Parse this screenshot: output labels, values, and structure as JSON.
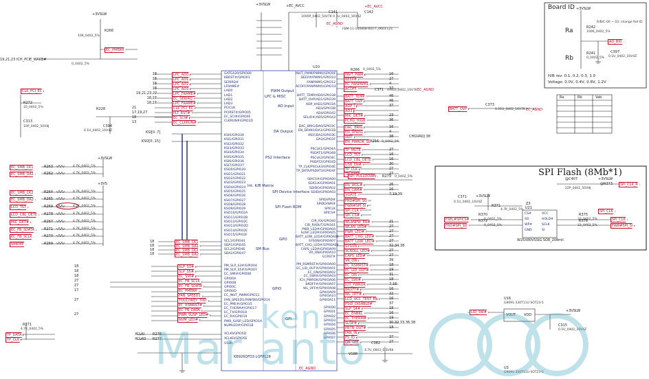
{
  "power": {
    "p3v_left": "+3VSLW",
    "p3v_chip": "+3VSLW",
    "p3v_ec_vcc": "+EC_AVCC",
    "p3v_board": "+3VSLW",
    "p3v_spi": "+3VSLW"
  },
  "top": {
    "cap_c1": "C141",
    "cap_c2": "C142",
    "cap_desc": "1000P_0402_50V7K    0.1U_0402_16V4Z",
    "ec_agnd": "EC_AGND",
    "ferrite": "FBM-11-160808-601-T_0603    L21",
    "ec_vcc_top": "+EC_AVCC"
  },
  "left": {
    "r_pullup": "R266",
    "r_pullup_desc": "10K_0402_5%",
    "ec_pmerr_top": "EC_PMERR",
    "ich_pcie_wake": "19,21,23 ICH_PCIE_WAKE#",
    "ch_0402": "0_0402_5%",
    "clk_pci_ec": "CLK_PCI_EC",
    "r272": "R272",
    "r272_desc": "10_0402_5%",
    "c313": "C313",
    "c313_desc": "10P_0402_50V8J",
    "r228": "R228",
    "c394": "C394",
    "c394_desc": "0.1U_0402_16V4Z",
    "kso_bus": "KSI[0..7]",
    "kso_bus2": "KSO[0..15]",
    "r_left_rows": [
      {
        "net": "EC_SMB_CK1",
        "r": "R263",
        "v": "4.7K_0402_5%"
      },
      {
        "net": "EC_SMB_DA1",
        "r": "R262",
        "v": "4.7K_0402_5%"
      },
      {
        "net": "EC_SMB_CK2",
        "r": "R264",
        "v": "4.7K_0402_5%"
      },
      {
        "net": "EC_SMB_DA2",
        "r": "R265",
        "v": "4.7K_0402_5%"
      },
      {
        "net": "LCD_TST",
        "r": "R269",
        "v": "4.7K_0402_5%"
      },
      {
        "net": "LCD_CBL_DETE",
        "r": "R278",
        "v": "4.7K_0402_5%"
      },
      {
        "net": "MIC_DET#",
        "r": "R267",
        "v": "4.7K_0402_5%"
      },
      {
        "net": "EC_FB_SDATA",
        "r": "R271",
        "v": "4.7K_0402_5%"
      },
      {
        "net": "EC_FB_SCLK",
        "r": "R270",
        "v": "4.7K_0402_5%"
      },
      {
        "net": "NMEMP",
        "r": "R269",
        "v": "4.7K_0402_5%"
      }
    ],
    "rail_3vslw_a": "+3VSLW",
    "rail_3vs": "+3VS",
    "lpc_in": [
      {
        "num": "18",
        "name": "LPC_AD0"
      },
      {
        "num": "18",
        "name": "LPC_AD1"
      },
      {
        "num": "18",
        "name": "LPC_AD2"
      },
      {
        "num": "18",
        "name": "LPC_AD3"
      },
      {
        "num": "19,21,23,27",
        "name": "LPC_FRAME#"
      },
      {
        "num": "18,27",
        "name": "EC_SERIRQ"
      },
      {
        "num": "18,27",
        "name": "LPC_FRAME#"
      }
    ],
    "clk_left": [
      {
        "num": "21",
        "name": "CLK_PCI_EC"
      },
      {
        "num": "17,19,27",
        "name": "PLT_RST#"
      },
      {
        "num": "18",
        "name": "EC_SCI#"
      },
      {
        "num": "13",
        "name": "EC_CLKRUN#"
      }
    ],
    "smb_left": [
      {
        "num": "18",
        "name": "EC_SMB_CK1"
      },
      {
        "num": "18",
        "name": "EC_SMB_DA1"
      },
      {
        "num": "18",
        "name": "EC_SMB_CK2"
      },
      {
        "num": "18",
        "name": "EC_SMB_DA2"
      }
    ],
    "gpio_left": [
      {
        "num": "18",
        "name": "SLP_S3#"
      },
      {
        "num": "18",
        "name": "SLP_S5#"
      },
      {
        "num": "18",
        "name": "EC_SMI#"
      },
      {
        "num": "27",
        "name": "EC_FB_SCLK"
      },
      {
        "num": "27",
        "name": "EC_FB_SDATA"
      },
      {
        "num": "17",
        "name": "EC_PMERR"
      },
      {
        "num": "",
        "name": "FAN_SPEED1"
      },
      {
        "num": "27",
        "name": "TOUCHKEY_TINT"
      },
      {
        "num": "",
        "name": "EC_RSMRST#"
      },
      {
        "num": "",
        "name": "EC_FB_DATA"
      },
      {
        "num": "27",
        "name": "PWR_SUSP_LED#"
      },
      {
        "num": "",
        "name": "NUM_LED#"
      }
    ],
    "xclk": [
      {
        "name": "XCLKI",
        "r": "R276"
      },
      {
        "name": "XCLKO",
        "r": "R277"
      }
    ],
    "r_bottom": "R271",
    "r_bottom_desc": "4.7K_0402_5%",
    "tp_data": "TP_DATA",
    "tp_clk": "TP_CLK",
    "r_bottom2": "R271",
    "r_bottom2_desc": "4.7K_0402_5%"
  },
  "chip": {
    "name": "KB926QFD3",
    "ref": "U20",
    "blocks": {
      "lpc": "LPC & MISC",
      "pwm": "PWM Output",
      "ad": "AD Input",
      "da": "DA Output",
      "ps2": "PS2 Interface",
      "kb": "Int. K/B Matrix",
      "spi": "SPI Device Interface",
      "spiflash": "SPI Flash ROM",
      "gpo": "GPO",
      "gpio": "GPIO",
      "smbus": "SM Bus",
      "gpi": "GPI"
    },
    "left_pins_lpc": [
      "GATEA20/GPIO00",
      "KBRST#/GPIO01",
      "SERIRQ#",
      "LFRAME#",
      "LAD0",
      "LAD1",
      "LAD2",
      "LAD3",
      "PCICLK",
      "PCIRST#/GPIO05",
      "EC_SCI#/GPIO0E",
      "CLKRUN#/GPIO1D"
    ],
    "left_pins_ksi": [
      "KSI0/GPIO30",
      "KSI1/GPIO31",
      "KSI2/GPIO32",
      "KSI3/GPIO33",
      "KSI4/GPIO34",
      "KSI5/GPIO35",
      "KSI6/GPIO36",
      "KSI7/GPIO37",
      "KSO0/GPIO20",
      "KSO1/GPIO21",
      "KSO2/GPIO22",
      "KSO3/GPIO23",
      "KSO4/GPIO24",
      "KSO5/GPIO25",
      "KSO6/GPIO26",
      "KSO7/GPIO27",
      "KSO8/GPIO28",
      "KSO9/GPIO29",
      "KSO10/GPIO2A",
      "KSO11/GPIO2B",
      "KSO12/GPIO2C",
      "KSO13/GPIO2D",
      "KSO14/GPIO2E",
      "KSO15/GPIO2F"
    ],
    "left_pins_smb": [
      "SCL1/GPIO44",
      "SDA1/GPIO45",
      "SCL2/GPIO46",
      "SDA2/GPIO47"
    ],
    "left_pins_gpio": [
      "PM_SLP_S3#/GPIO04",
      "PM_SLP_S5#/GPIO07",
      "EC_SMI#/GPIO08",
      "GPIO0A",
      "GPIO0B",
      "GPIO0C",
      "GPIO0D",
      "EC_INVT_PWM/GPIO11",
      "FAN_SPEED1/FANFB0/GPIO14",
      "EC_PME#/GPIO15",
      "EC_THERM#/GPIO17",
      "EC_TX/GPIO18",
      "EC_RX/GPIO19",
      "PWR_SUSP_LED/GPIO1A",
      "NUMLED#/GPIO1B"
    ],
    "right_pins_pwm": [
      "INVT_PWM/PWM0/GPIO0F",
      "BEEP#/PWM1/GPIO10",
      "FANPWM1/GPIO12",
      "ACOFF/FANPWM1/GPIO13"
    ],
    "right_pins_ad": [
      "BATT_TEMP/AD0/GPIO38",
      "BATT_OVP/AD1/GPIO39",
      "ADP_I/AD2/GPIO3A",
      "AD3/GPIO3B",
      "AD4/GPIO42",
      "SELIO#/AD5/GPIO43"
    ],
    "right_pins_da": [
      "DAC_BRIG/DA0/GPIO3C",
      "EN_DFAN1/DA1/GPIO3D",
      "IREF/DA2/GPIO3E",
      "DA3/GPIO3F"
    ],
    "right_pins_ps2": [
      "PSCLK1/GPIO4A",
      "PSDAT1/GPIO4B",
      "PSCLK2/GPIO4C",
      "PSDAT2/GPIO4D",
      "TP_CLK/PSCLK3/GPIO4E",
      "TP_DATA/PSDAT3/GPIO4F"
    ],
    "right_pins_spi": [
      "SDICS#/GPXOA00",
      "SDICLK/GPXOA01",
      "SDIDO/GPXOA02",
      "SDIDI/GPXOA03"
    ],
    "right_pins_spiflash": [
      "SPIDI/RD#",
      "SPIDO/WR#",
      "SPICLK",
      "SPICS#"
    ],
    "right_pins_gpo": [
      "CIR_RX/GPIO40",
      "CIR_RXOUT/GPIO41",
      "PWR_LED#/GPXOA04",
      "SUSP_LED#/GPXOA05",
      "BATT_LOW_LED#/GPXOA06",
      "SYSON/GPXOA07",
      "BATT_CHG_LED#/GPXOA08",
      "CAPS_LED#/GPXOA09",
      "VR_ON/GPXOA10",
      "ECRST#"
    ],
    "right_pins_gpio2": [
      "PM_RSMRST#/GPXIOA00",
      "EC_LID_OUT#/GPXIOA01",
      "EC_ON/GPXIOA02",
      "EC_SWI#/GPXIOA03",
      "ICH_PWROK/GPXIOA06",
      "BKOFF#/GPXIOA07",
      "WL_OFF#/GPXIOA08",
      "GPXIOA09",
      "GPXIOA10",
      "GPXIOA11"
    ],
    "right_pins_gpi": [
      "GPXID0",
      "GPXID1",
      "GPXID2",
      "GPXID3",
      "GPXID4",
      "GPXID5",
      "GPXID6",
      "GPXID7"
    ],
    "bottom_pins": [
      "XCLKI/GPIO5D",
      "XCLKO/GPIO5E",
      "V18R"
    ],
    "bottom_label": "KB926QFD3 LQFP128",
    "gnd": "EC_AGND"
  },
  "right_nets": {
    "r_top": "R266",
    "r_top_desc": "0_0402_5%",
    "pwm": [
      {
        "net": "INVT_PWM",
        "num": "16"
      },
      {
        "net": "BEEP#",
        "num": "27"
      },
      {
        "net": "EC_FANPWM1",
        "num": "4"
      },
      {
        "net": "ACOFF",
        "num": "37"
      }
    ],
    "c_batt": "C371",
    "c_batt_desc": "0.01U_0402_16V7K",
    "ec_agnd_r": "EC_AGND",
    "ad": [
      {
        "net": "BATT_TEMP",
        "num": "46"
      },
      {
        "net": "BATT_OVP",
        "num": "46"
      },
      {
        "net": "ADP_I",
        "num": "37"
      },
      {
        "net": "AD3",
        "num": ""
      },
      {
        "net": "MIC_DET#",
        "num": "23"
      },
      {
        "net": "PCHG_HIGH",
        "num": "36"
      }
    ],
    "da": [
      {
        "net": "DAC_BRIG",
        "num": "16"
      },
      {
        "net": "EN_DFAN1",
        "num": "4"
      },
      {
        "net": "IREF",
        "num": "38"
      },
      {
        "net": "EN_PWROK_SL",
        "num": ""
      }
    ],
    "chgvadj": "CHGVADJ  38",
    "r_da": "R256",
    "r_da_desc": "0_0402_5%",
    "ps2": [
      {
        "net": "TP_MUTE",
        "num": "27"
      },
      {
        "net": "LCD_TST",
        "num": "16"
      },
      {
        "net": "LCD_CBL_DETE",
        "num": "16"
      },
      {
        "net": "USB_EN#",
        "num": "30"
      },
      {
        "net": "TP_CLK",
        "num": "27"
      },
      {
        "net": "TP_DATA",
        "num": "27"
      }
    ],
    "spi_pulldown": "SPI_PULLDOWN",
    "r_spi": "R279",
    "r_spi_desc": "0_0402_5%",
    "spi": [
      {
        "net": "EN_WOL#",
        "num": "26"
      },
      {
        "net": "EN_CAM#",
        "num": "16"
      },
      {
        "net": "VGATE",
        "num": "7,19,39"
      }
    ],
    "spiflash": [
      {
        "net": "FRD#SPI_SO",
        "num": ""
      },
      {
        "net": "FWR#SPI_SI",
        "num": ""
      },
      {
        "net": "SPI_CLK",
        "num": ""
      },
      {
        "net": "SPI_CS#",
        "num": ""
      }
    ],
    "gpo": [
      {
        "net": "WLANPW_EN#",
        "num": "21"
      },
      {
        "net": "WLAN_LED#",
        "num": "27"
      },
      {
        "net": "PWR_LED#",
        "num": "27"
      },
      {
        "net": "BATT_CHG_LED#",
        "num": "27"
      },
      {
        "net": "BATT_LOW_LED#",
        "num": "27"
      },
      {
        "net": "SYSON",
        "num": "32,34,38"
      },
      {
        "net": "SCROLL_LED#",
        "num": "27"
      },
      {
        "net": "CAPS_LED#",
        "num": "27"
      },
      {
        "net": "VR_ON",
        "num": "39"
      },
      {
        "net": "ECRST#",
        "num": ""
      }
    ],
    "gpio2": [
      {
        "net": "EC_RSMRST#",
        "num": "18"
      },
      {
        "net": "EC_LID_OUT#",
        "num": "19"
      },
      {
        "net": "EC_ON",
        "num": "31"
      },
      {
        "net": "EC_SWI#",
        "num": "18"
      },
      {
        "net": "ICH_PWROK",
        "num": "7,18"
      },
      {
        "net": "BKOFF#",
        "num": "16"
      },
      {
        "net": "WL_OFF#",
        "num": "22"
      },
      {
        "net": "LCD_VCC_TEST_EN",
        "num": "16"
      },
      {
        "net": "PSID_DISABLE#",
        "num": "37"
      }
    ],
    "gpi": [
      {
        "net": "SLP_S4#",
        "num": "18"
      },
      {
        "net": "EC_ENBKL",
        "num": "16"
      },
      {
        "net": "EC_THERM#",
        "num": "19"
      },
      {
        "net": "SUSP#",
        "num": "30,32,33,36,38"
      },
      {
        "net": "PBTN_OUT#",
        "num": "18"
      },
      {
        "net": "FAN_IN",
        "num": ""
      },
      {
        "net": "PS_ID",
        "num": "37"
      },
      {
        "net": "ON_OFF",
        "num": "27"
      }
    ],
    "v18r": "V18R",
    "c_v18r": "C382",
    "c_v18r_desc": "4.7U_0603_6.3V6K"
  },
  "board_id": {
    "title": "Board ID",
    "rail": "+3VSLW",
    "ra": "Ra",
    "rb": "Rb",
    "r_ra": "R242",
    "r_ra_desc": "100K_0402_5%",
    "r_rb": "R241",
    "r_rb_desc": "0_0402_5%",
    "cap": "C397",
    "cap_desc": "0.1U_0402_16V4Z",
    "ad_net": "AD_BID",
    "note": "R/B/C-00 ~ 03: change Ref ID",
    "rev_row": "H/B rev: 0.1,  0.2,  0.3,  1.0",
    "vol_row": "Voltage: 0.0V, 0.4V, 0.8V, 1.2V",
    "table_header": [
      "Ra",
      "Rb",
      "Vab"
    ]
  },
  "batt_ovp": {
    "net": "BATT_OVP",
    "cap": "C373",
    "cap_desc": "0.01U_0402_16V7K",
    "gnd": "EC_AGND"
  },
  "spi_flash": {
    "title": "SPI Flash (8Mb*1)",
    "rail": "+3VSLW",
    "rail2": "+3VSLW",
    "c_top": "@C407",
    "c_top_desc": "22P_0402_50V8J",
    "r_top": "@R373",
    "r_top_desc": "33_0402_5%",
    "spi_clk_r": "SPI_CLK_R",
    "c_bypass": "C371",
    "c_bypass_desc": "0.1U_0402_16V4Z",
    "r_cs": "R371",
    "r_cs_desc": "4.7K_0402_5%",
    "chip_ref": "U21",
    "chip_pins_left": [
      "CS#",
      "SO",
      "WP#",
      "GND"
    ],
    "chip_pins_right": [
      "VCC",
      "HOLD#",
      "SCLK",
      "SI"
    ],
    "chip_name": "W25X80VSSIG SO8_208mil",
    "left_nets": [
      {
        "net": "FSEL#SPICS#",
        "r": "R370",
        "desc": "0_0402_5%"
      },
      {
        "net": "FRD#SPI_SO",
        "r": "R372",
        "desc": "0_0402_5%"
      }
    ],
    "right_nets": [
      {
        "net": "SPI_CLK",
        "r": "R375",
        "desc": "33_0402_5%"
      },
      {
        "net": "FWR#SPI_SI",
        "r": "R376",
        "desc": "33_0402_5%"
      }
    ],
    "spi_clk_out": "SPI_CLK",
    "snubber": "Z3"
  },
  "regulators": {
    "u_top": "U16",
    "u_top_desc": "G9091-330T11U SOT23-5",
    "u_bot": "U3",
    "u_bot_desc": "G9091-330T11U SOT23-5",
    "vout": "VOUT",
    "vdd": "VDD",
    "rail": "+3VSLW",
    "c_top": "C315",
    "c_top_desc": "0.1U_0402_16V4Z",
    "net_in": "LID_SW#"
  },
  "watermark": {
    "line1": "ken",
    "line2": "Mar anto"
  }
}
